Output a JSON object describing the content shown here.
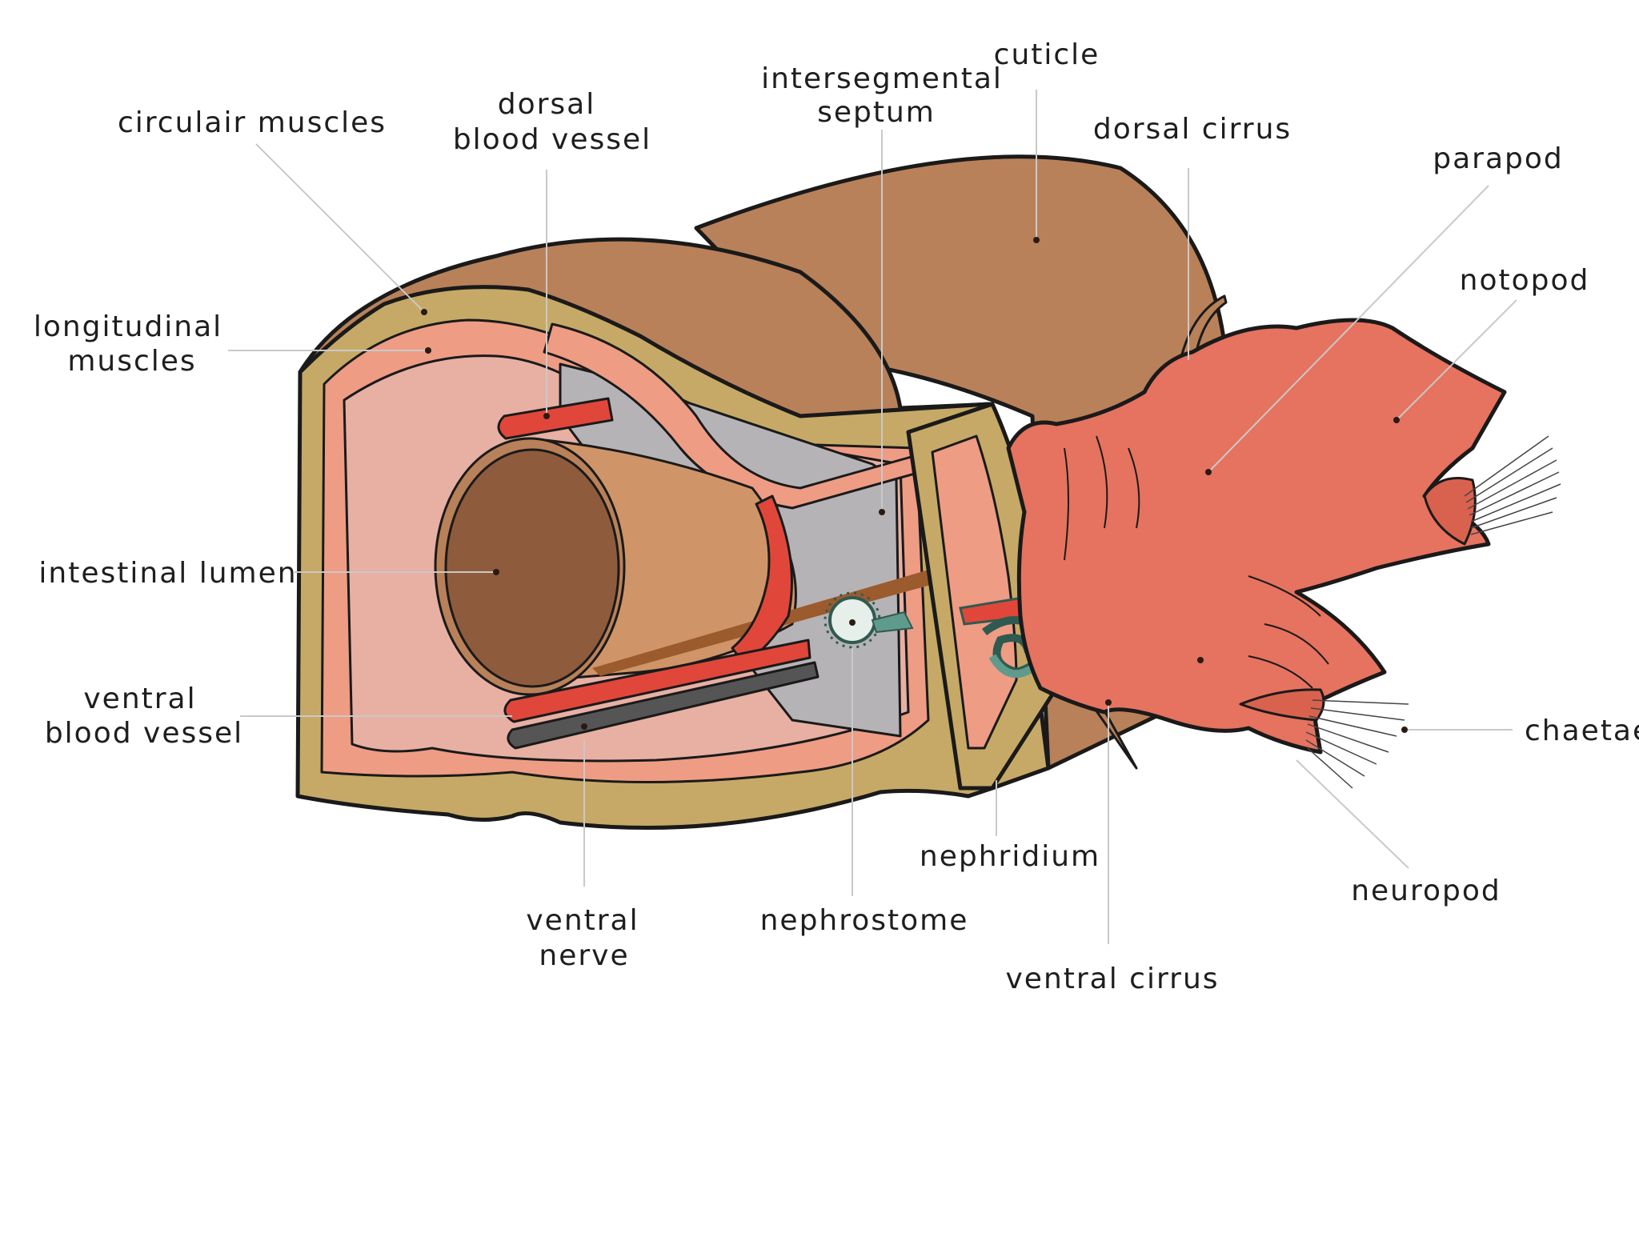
{
  "diagram": {
    "labels": {
      "circulair_muscles": "circulair muscles",
      "dorsal_blood_vessel_1": "dorsal",
      "dorsal_blood_vessel_2": "blood vessel",
      "intersegmental_septum_1": "intersegmental",
      "intersegmental_septum_2": "septum",
      "cuticle": "cuticle",
      "dorsal_cirrus": "dorsal cirrus",
      "parapod": "parapod",
      "notopod": "notopod",
      "longitudinal_muscles_1": "longitudinal",
      "longitudinal_muscles_2": "muscles",
      "intestinal_lumen": "intestinal lumen",
      "ventral_blood_vessel_1": "ventral",
      "ventral_blood_vessel_2": "blood vessel",
      "chaetae": "chaetae",
      "neuropod": "neuropod",
      "nephridium": "nephridium",
      "nephrostome": "nephrostome",
      "ventral_nerve_1": "ventral",
      "ventral_nerve_2": "nerve",
      "ventral_cirrus": "ventral cirrus"
    },
    "colors": {
      "body_wall": "#b98159",
      "cuticle_rim": "#c6a966",
      "muscle_pink": "#ee9c84",
      "inner_pink": "#e7b0a3",
      "intestine_outer": "#cf9568",
      "intestine_lumen": "#8f5b3d",
      "blood_vessel": "#e0473a",
      "nerve": "#555555",
      "septum_grey": "#b5b3b5",
      "parapod": "#e5735f",
      "nephridium": "#5f9b8c"
    }
  }
}
